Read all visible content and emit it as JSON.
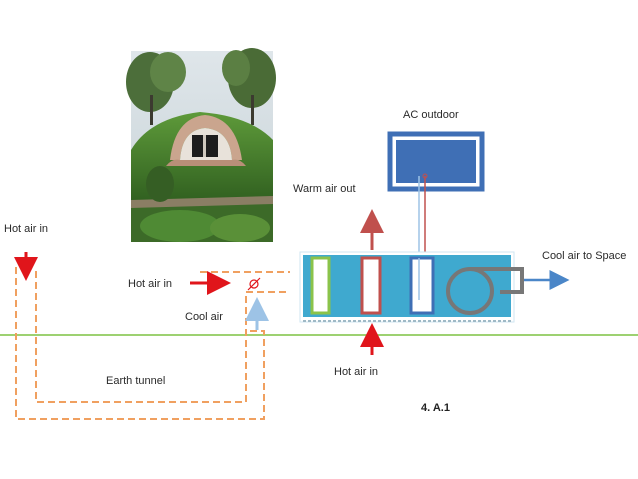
{
  "labels": {
    "ac_outdoor": "AC outdoor",
    "warm_air_out": "Warm air out",
    "hot_air_in_left": "Hot air in",
    "hot_air_in_mid": "Hot air in",
    "hot_air_in_bottom": "Hot air in",
    "cool_air": "Cool air",
    "cool_air_to_space": "Cool air to Space",
    "earth_tunnel": "Earth tunnel",
    "figure_id": "4. A.1"
  },
  "colors": {
    "ground_line": "#7dc242",
    "tunnel_dash": "#f0a060",
    "hot_arrow": "#e0151b",
    "warm_arrow": "#c0504d",
    "cool_arrow": "#9dc3e6",
    "supply_arrow": "#4a86c8",
    "ahu_fill": "#3fa9cf",
    "ac_outdoor_border": "#3f6fb5",
    "fan_grey": "#777777",
    "filter_green": "#8bc34a",
    "coil_red": "#c0504d",
    "coil_blue": "#3f6fb5"
  },
  "photo": {
    "description_icon": "earth-house-photo"
  }
}
